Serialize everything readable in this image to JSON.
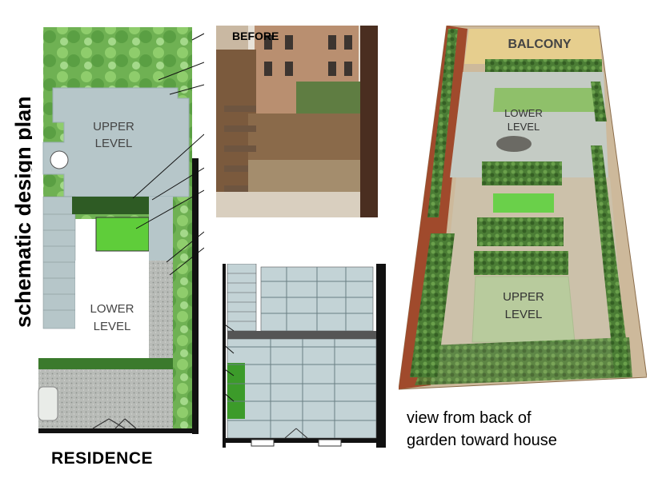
{
  "plan": {
    "vertical_title": "schematic design plan",
    "upper_level_line1": "UPPER",
    "upper_level_line2": "LEVEL",
    "lower_level_line1": "LOWER",
    "lower_level_line2": "LEVEL",
    "residence": "RESIDENCE"
  },
  "before_photo": {
    "label": "BEFORE"
  },
  "rendering": {
    "balcony": "BALCONY",
    "lower_level_line1": "LOWER",
    "lower_level_line2": "LEVEL",
    "upper_level_line1": "UPPER",
    "upper_level_line2": "LEVEL",
    "caption_line1": "view from back of",
    "caption_line2": "garden toward house"
  },
  "colors": {
    "paving_blue": "#b9c9cc",
    "gravel_grey": "#b4b7b3",
    "lawn_green": "#5fbf3a",
    "tree_green": "#7bbb5f",
    "hedge_green": "#4e7d3a"
  }
}
